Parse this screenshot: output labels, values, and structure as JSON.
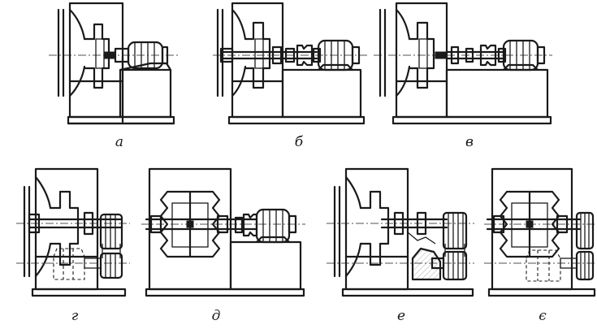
{
  "figure": {
    "panels": [
      {
        "id": "a",
        "label": "а"
      },
      {
        "id": "b",
        "label": "б"
      },
      {
        "id": "v",
        "label": "в"
      },
      {
        "id": "g",
        "label": "г"
      },
      {
        "id": "d",
        "label": "д"
      },
      {
        "id": "e",
        "label": "е"
      },
      {
        "id": "ye",
        "label": "є"
      }
    ]
  },
  "colors": {
    "ink": "#1a1a1a",
    "background": "#ffffff"
  }
}
